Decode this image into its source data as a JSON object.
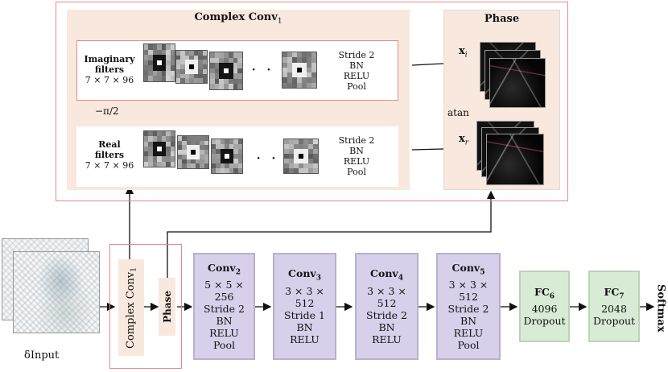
{
  "complex_conv_block": {
    "title": "Complex Conv",
    "title_sub": "1",
    "imaginary_row": {
      "label_line1": "Imaginary",
      "label_line2": "filters",
      "dims": "7 × 7 × 96",
      "ops": [
        "Stride 2",
        "BN",
        "RELU",
        "Pool"
      ]
    },
    "real_row": {
      "label_line1": "Real",
      "label_line2": "filters",
      "dims": "7 × 7 × 96",
      "ops": [
        "Stride 2",
        "BN",
        "RELU",
        "Pool"
      ]
    },
    "rotation_label": "−π/2",
    "ellipsis": "· · · ·"
  },
  "phase_block": {
    "title": "Phase",
    "xi_label": "x",
    "xi_sub": "i",
    "xr_label": "x",
    "xr_sub": "r",
    "atan_label": "atan"
  },
  "pipeline": {
    "input_label": "δInput",
    "complex_conv_label": "Complex Conv",
    "complex_conv_sub": "1",
    "phase_label": "Phase",
    "conv2": {
      "title": "Conv",
      "sub": "2",
      "lines": [
        "5 × 5 × 256",
        "Stride 2",
        "BN",
        "RELU",
        "Pool"
      ]
    },
    "conv3": {
      "title": "Conv",
      "sub": "3",
      "lines": [
        "3 × 3 × 512",
        "Stride 1",
        "BN",
        "RELU"
      ]
    },
    "conv4": {
      "title": "Conv",
      "sub": "4",
      "lines": [
        "3 × 3 × 512",
        "Stride 2",
        "BN",
        "RELU"
      ]
    },
    "conv5": {
      "title": "Conv",
      "sub": "5",
      "lines": [
        "3 × 3 × 512",
        "Stride 2",
        "BN",
        "RELU",
        "Pool"
      ]
    },
    "fc6": {
      "title": "FC",
      "sub": "6",
      "lines": [
        "4096",
        "Dropout"
      ]
    },
    "fc7": {
      "title": "FC",
      "sub": "7",
      "lines": [
        "2048",
        "Dropout"
      ]
    },
    "softmax_label": "Softmax"
  },
  "colors": {
    "red_border": "#e88a8a",
    "peach_fill": "#f8e8dd",
    "conv_fill": "#d8d0ea",
    "fc_fill": "#d8ebd4"
  }
}
